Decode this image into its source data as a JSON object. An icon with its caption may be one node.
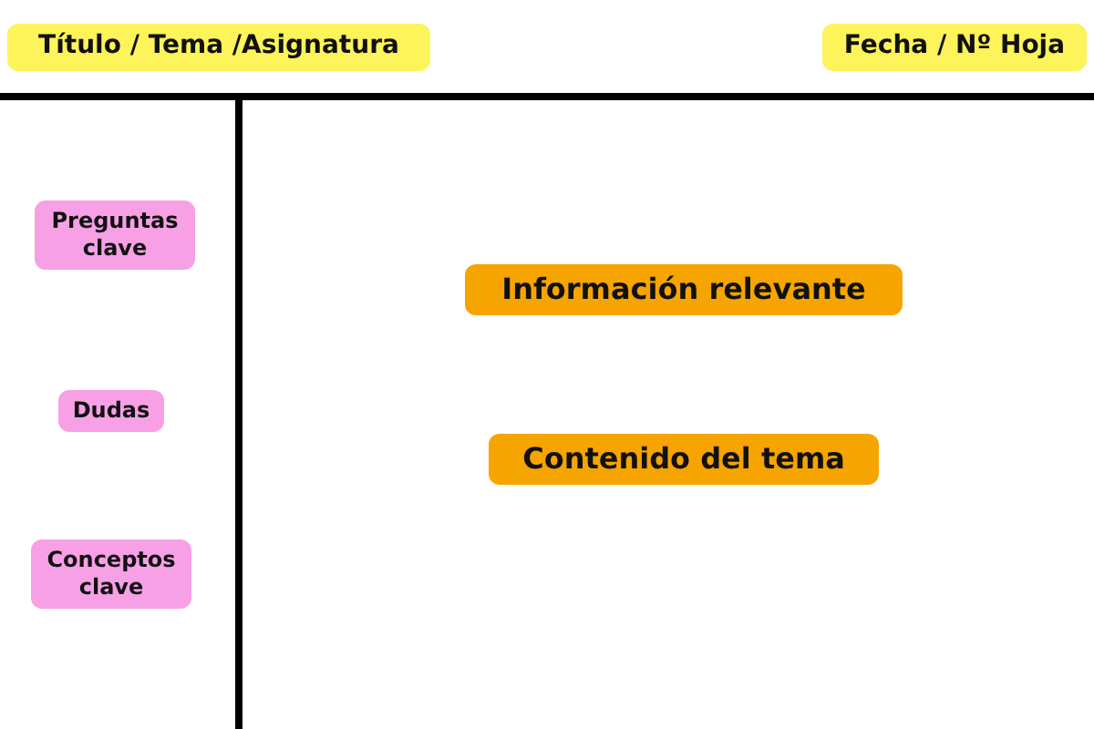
{
  "diagram": {
    "nodes": [
      {
        "text": [
          "Título / Tema /Asignatura"
        ]
      },
      {
        "text": [
          "Fecha / Nº Hoja"
        ]
      },
      {
        "text": [
          "Preguntas clave"
        ]
      },
      {
        "text": [
          "Dudas"
        ]
      },
      {
        "text": [
          "Conceptos clave"
        ]
      },
      {
        "text": [
          "Información relevante"
        ]
      },
      {
        "text": [
          "Contenido del tema"
        ]
      }
    ],
    "edges": []
  }
}
